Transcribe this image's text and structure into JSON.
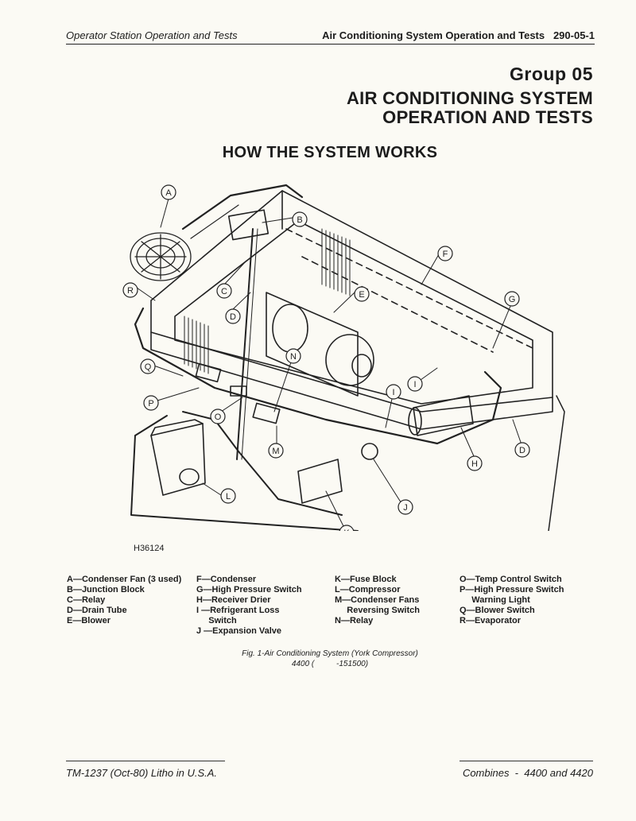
{
  "header": {
    "left": "Operator Station Operation and Tests",
    "right": "Air Conditioning System Operation and Tests   290-05-1"
  },
  "group_title": "Group 05",
  "main_title": [
    "AIR CONDITIONING SYSTEM",
    "OPERATION AND TESTS"
  ],
  "section_title": "HOW THE SYSTEM WORKS",
  "diagram": {
    "callouts": [
      "A",
      "B",
      "C",
      "D",
      "E",
      "F",
      "G",
      "R",
      "Q",
      "P",
      "O",
      "N",
      "M",
      "L",
      "K",
      "J",
      "I",
      "H",
      "D",
      "I"
    ]
  },
  "figure_id": "H36124",
  "legend": [
    [
      "A—Condenser Fan (3 used)",
      "B—Junction Block",
      "C—Relay",
      "D—Drain Tube",
      "E—Blower"
    ],
    [
      "F—Condenser",
      "G—High Pressure Switch",
      "H—Receiver Drier",
      "I —Refrigerant Loss",
      "     Switch",
      "J —Expansion Valve"
    ],
    [
      "K—Fuse Block",
      "L—Compressor",
      "M—Condenser Fans",
      "     Reversing Switch",
      "N—Relay"
    ],
    [
      "O—Temp Control Switch",
      "P—High Pressure Switch",
      "     Warning Light",
      "Q—Blower Switch",
      "R—Evaporator"
    ]
  ],
  "caption": [
    "Fig. 1-Air Conditioning System (York Compressor)",
    "4400 (          -151500)"
  ],
  "footer": {
    "left": "TM-1237 (Oct-80) Litho in U.S.A.",
    "right": "Combines  -  4400 and 4420"
  }
}
